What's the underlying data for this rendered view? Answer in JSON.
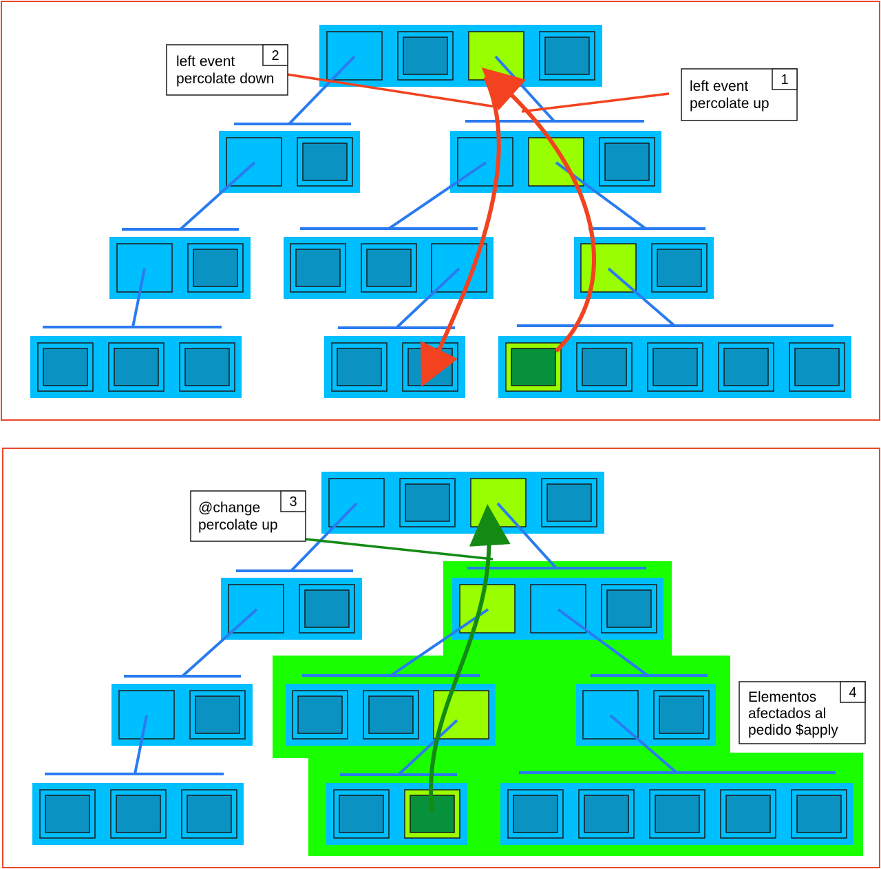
{
  "colors": {
    "node": "#00bfff",
    "cell_dark": "#0a93c2",
    "cell_green": "#99ff00",
    "cell_deep_green": "#07913a",
    "link": "#2a7bf0",
    "red_arrow": "#f2421f",
    "green_arrow": "#138a13",
    "affected": "#1aff00",
    "panel_border": "#e8472b"
  },
  "top_panel": {
    "labels": [
      {
        "number": "2",
        "line1": "left event",
        "line2": "percolate down"
      },
      {
        "number": "1",
        "line1": "left event",
        "line2": "percolate up"
      }
    ]
  },
  "bottom_panel": {
    "labels": [
      {
        "number": "3",
        "line1": "@change",
        "line2": "percolate up"
      },
      {
        "number": "4",
        "line1": "Elementos",
        "line2": "afectados al",
        "line3": "pedido $apply"
      }
    ]
  }
}
